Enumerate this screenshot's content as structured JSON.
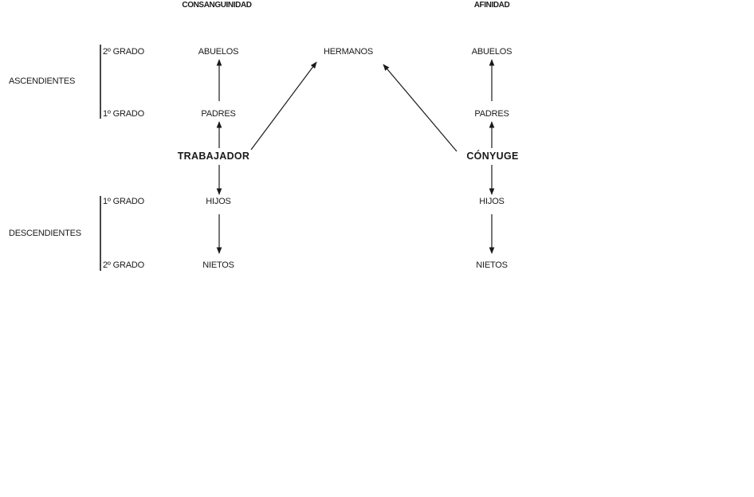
{
  "headers": {
    "consanguinidad": "CONSANGUINIDAD",
    "afinidad": "AFINIDAD"
  },
  "side_labels": {
    "ascendientes": "ASCENDIENTES",
    "descendientes": "DESCENDIENTES"
  },
  "grades": {
    "asc_2": "2º GRADO",
    "asc_1": "1º GRADO",
    "desc_1": "1º GRADO",
    "desc_2": "2º GRADO"
  },
  "consanguinidad": {
    "abuelos": "ABUELOS",
    "padres": "PADRES",
    "trabajador": "TRABAJADOR",
    "hijos": "HIJOS",
    "nietos": "NIETOS"
  },
  "hermanos": "HERMANOS",
  "afinidad": {
    "abuelos": "ABUELOS",
    "padres": "PADRES",
    "conyuge": "CÓNYUGE",
    "hijos": "HIJOS",
    "nietos": "NIETOS"
  },
  "colors": {
    "ink": "#1a1a1a"
  }
}
